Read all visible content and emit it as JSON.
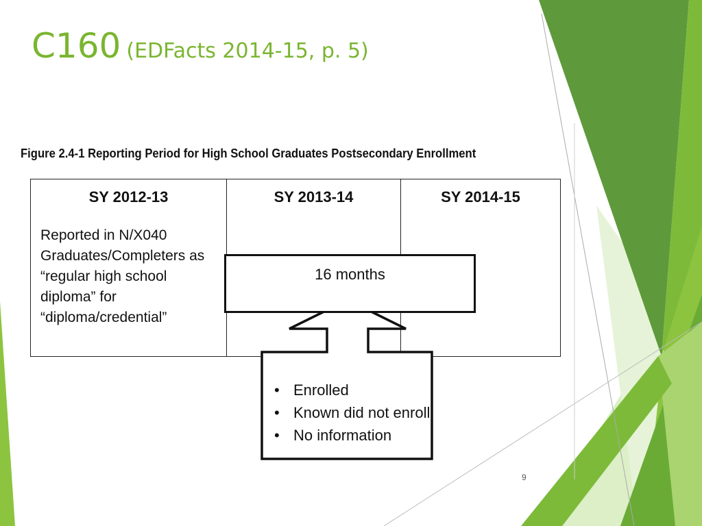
{
  "slide": {
    "title": "C160",
    "subtitle": "(EDFacts 2014-15, p. 5)",
    "page_number": "9"
  },
  "figure": {
    "caption": "Figure 2.4-1 Reporting Period for High School Graduates Postsecondary Enrollment",
    "columns": [
      {
        "year": "SY 2012-13",
        "note_lines": [
          "Reported in N/X040",
          "Graduates/Completers as",
          "“regular high school",
          "diploma” for",
          "“diploma/credential”"
        ]
      },
      {
        "year": "SY 2013-14"
      },
      {
        "year": "SY 2014-15"
      }
    ],
    "period_label": "16 months",
    "outcomes": [
      "Enrolled",
      "Known did not enroll",
      "No information"
    ]
  },
  "colors": {
    "accent": "#7ab530",
    "decor_dark": "#5e9a3c",
    "decor_mid": "#8cc43f",
    "decor_light": "#c9e4a8"
  }
}
